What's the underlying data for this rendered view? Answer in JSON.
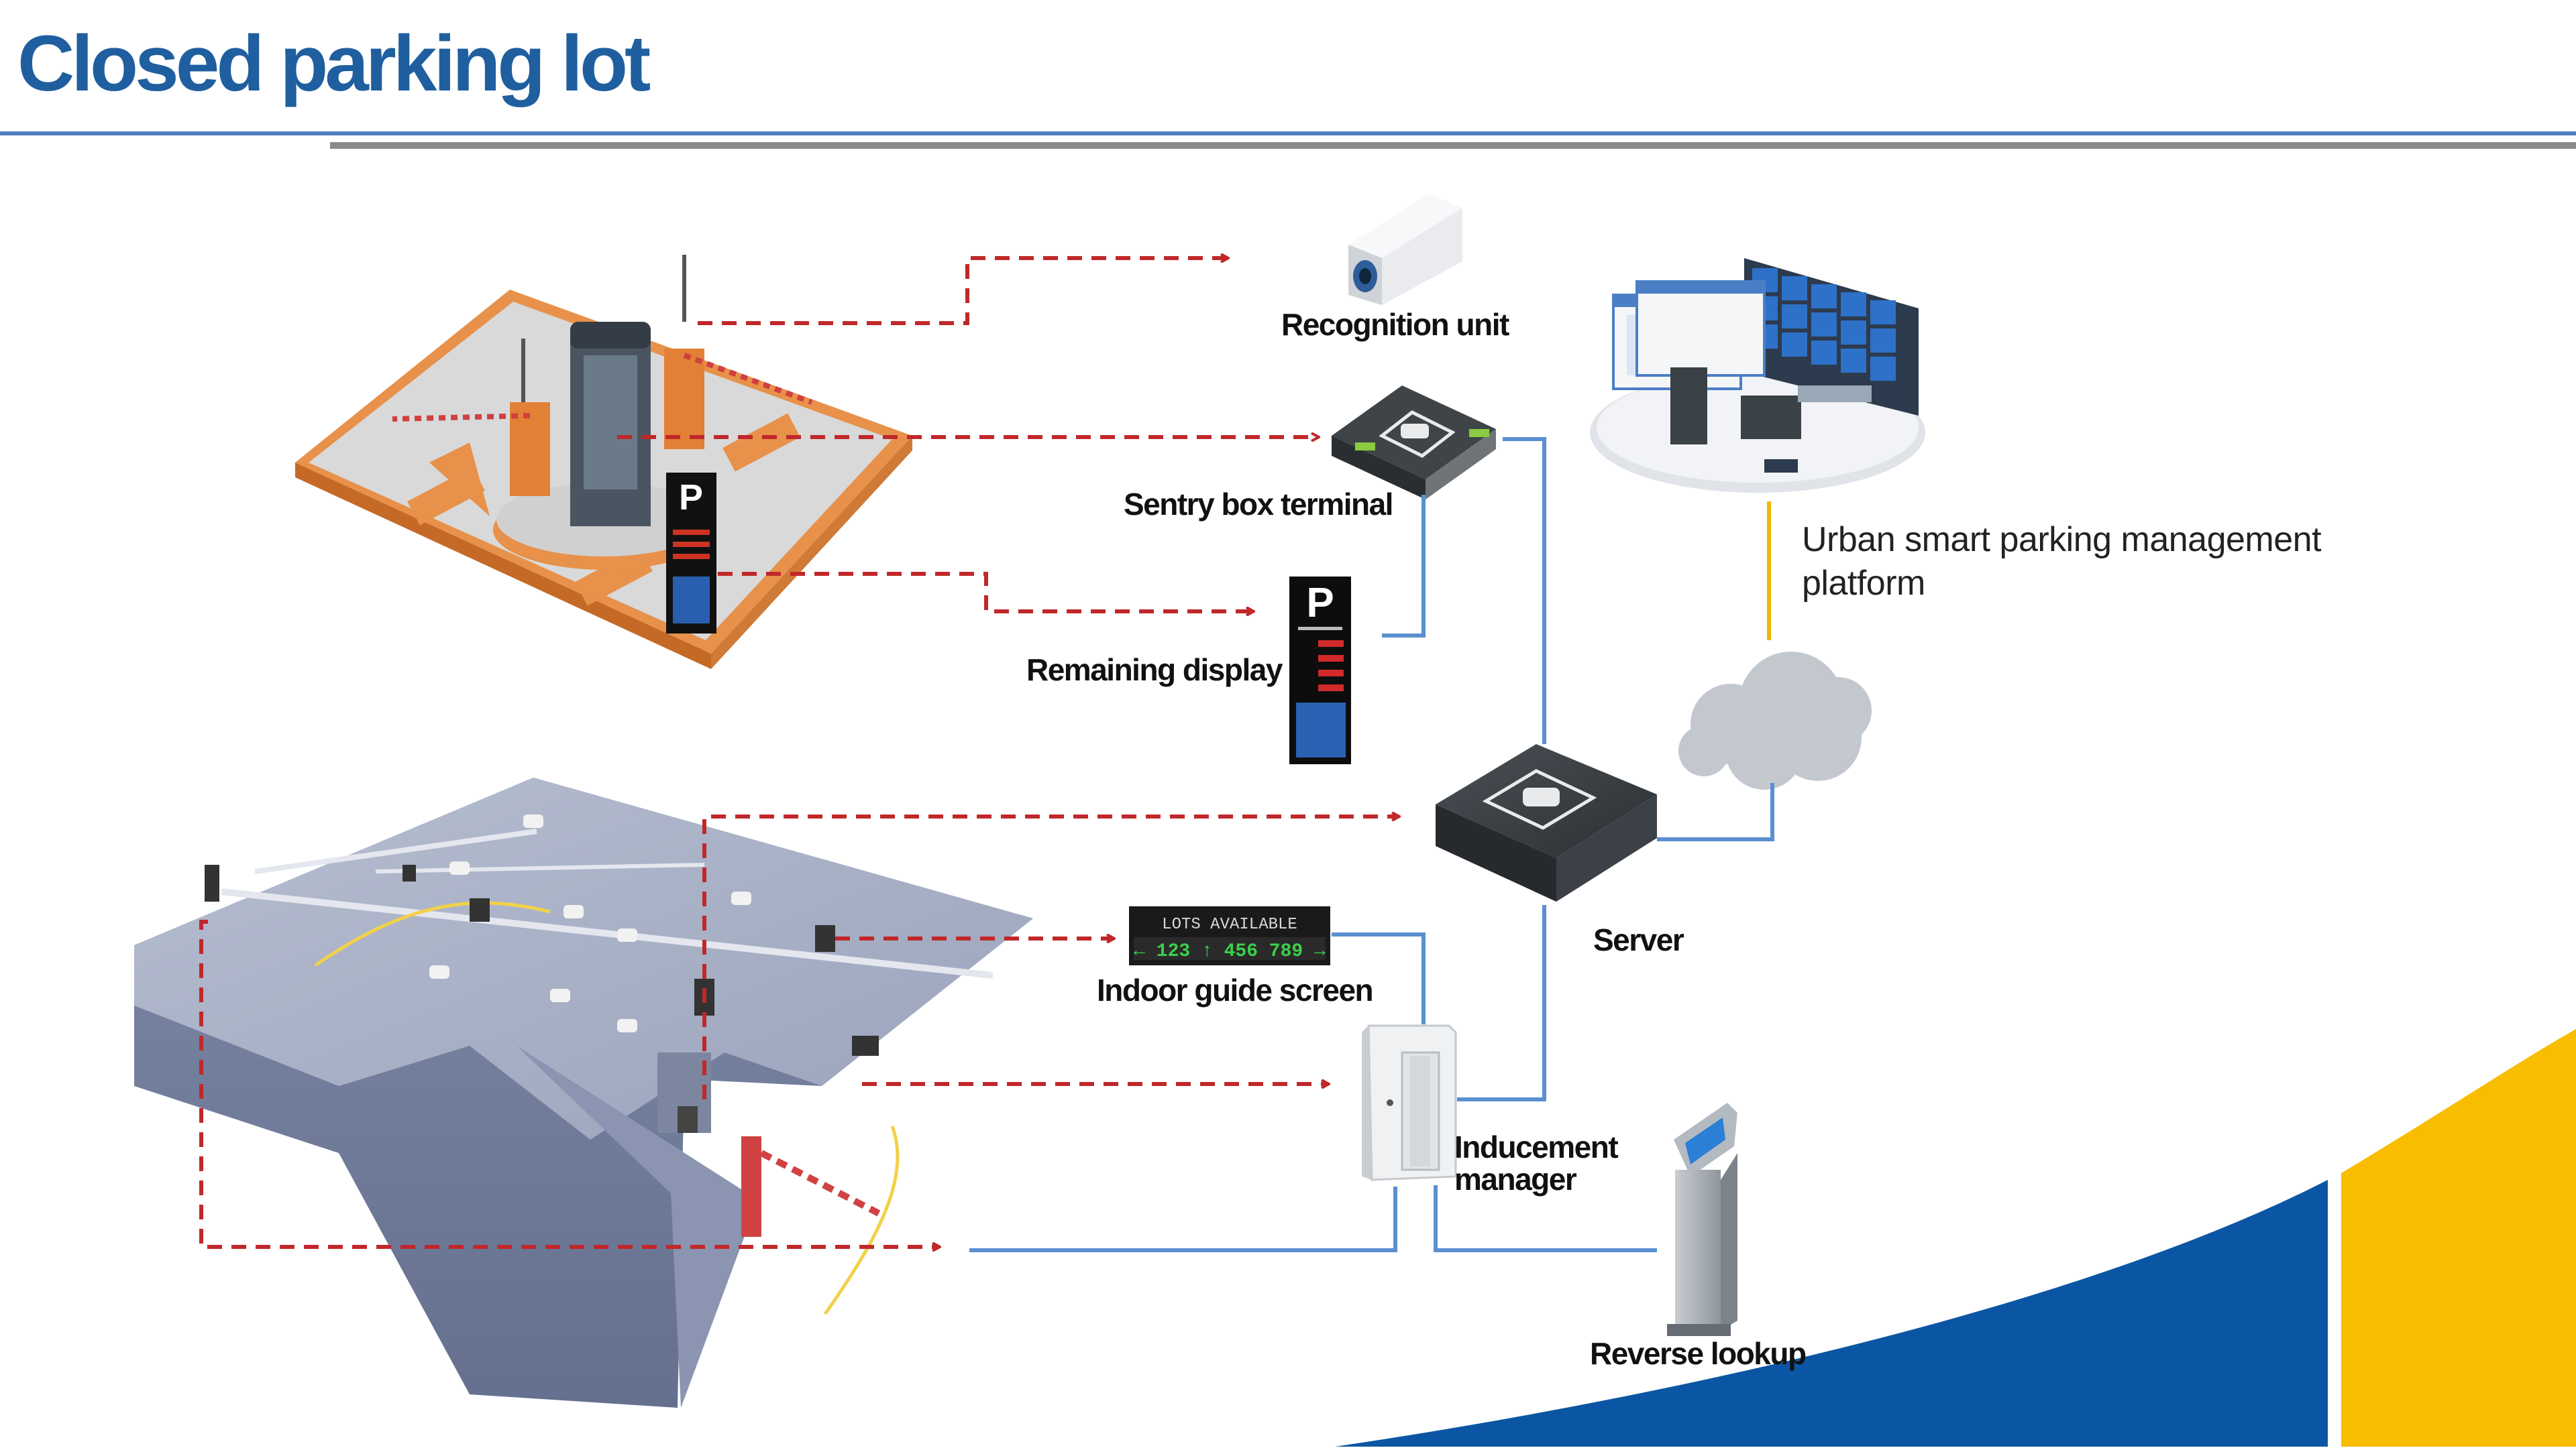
{
  "page": {
    "title": "Closed parking lot"
  },
  "labels": {
    "recognition_unit": "Recognition unit",
    "sentry_box_terminal": "Sentry box terminal",
    "remaining_display": "Remaining display",
    "indoor_guide_screen": "Indoor guide screen",
    "inducement_manager": "Inducement manager",
    "server": "Server",
    "reverse_lookup": "Reverse lookup",
    "platform": "Urban smart parking management platform"
  },
  "device_text": {
    "parking_sign_letter": "P",
    "guide_screen_top": "LOTS AVAILABLE",
    "guide_screen_bottom": "← 123 ↑ 456 789 →"
  },
  "colors": {
    "title": "#1f5f9f",
    "dashed_arrow": "#c0282a",
    "network_line": "#5b8fd0",
    "platform_line": "#f2b705",
    "corner_blue": "#0b56a4",
    "corner_yellow": "#f9bd00"
  }
}
